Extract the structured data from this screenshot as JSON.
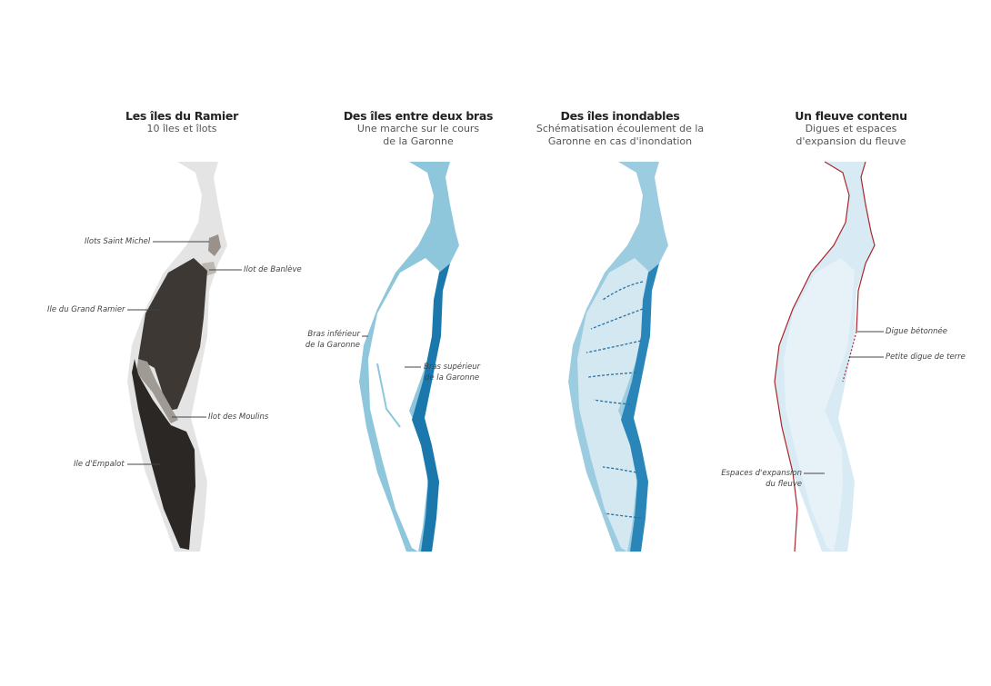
{
  "panels": [
    {
      "title": "Les îles du Ramier",
      "subtitle": "10 îles et îlots",
      "labels": {
        "saint_michel": "Ilots Saint Michel",
        "banleve": "Ilot de Banlève",
        "grand_ramier": "Ile du Grand Ramier",
        "moulins": "Ilot des Moulins",
        "empalot": "Ile d'Empalot"
      }
    },
    {
      "title": "Des îles entre deux bras",
      "subtitle": "Une marche sur le cours de la Garonne",
      "labels": {
        "bras_inf_1": "Bras inférieur",
        "bras_inf_2": "de la Garonne",
        "bras_sup_1": "Bras supérieur",
        "bras_sup_2": "de la Garonne"
      }
    },
    {
      "title": "Des îles inondables",
      "subtitle": "Schématisation écoulement de la Garonne en cas d'inondation"
    },
    {
      "title": "Un fleuve contenu",
      "subtitle": "Digues et espaces d'expansion du fleuve",
      "labels": {
        "digue_betonnee": "Digue bétonnée",
        "petite_digue": "Petite digue de terre",
        "expansion_1": "Espaces d'expansion",
        "expansion_2": "du fleuve"
      }
    }
  ],
  "colors": {
    "island_dark": "#3d3833",
    "island_darker": "#2b2724",
    "river_grey": "#e4e4e4",
    "river_light_blue": "#8ec6dc",
    "river_dark_blue": "#1b78ad",
    "flood_blue": "#d4e8f2",
    "dike_red": "#a8262b"
  }
}
